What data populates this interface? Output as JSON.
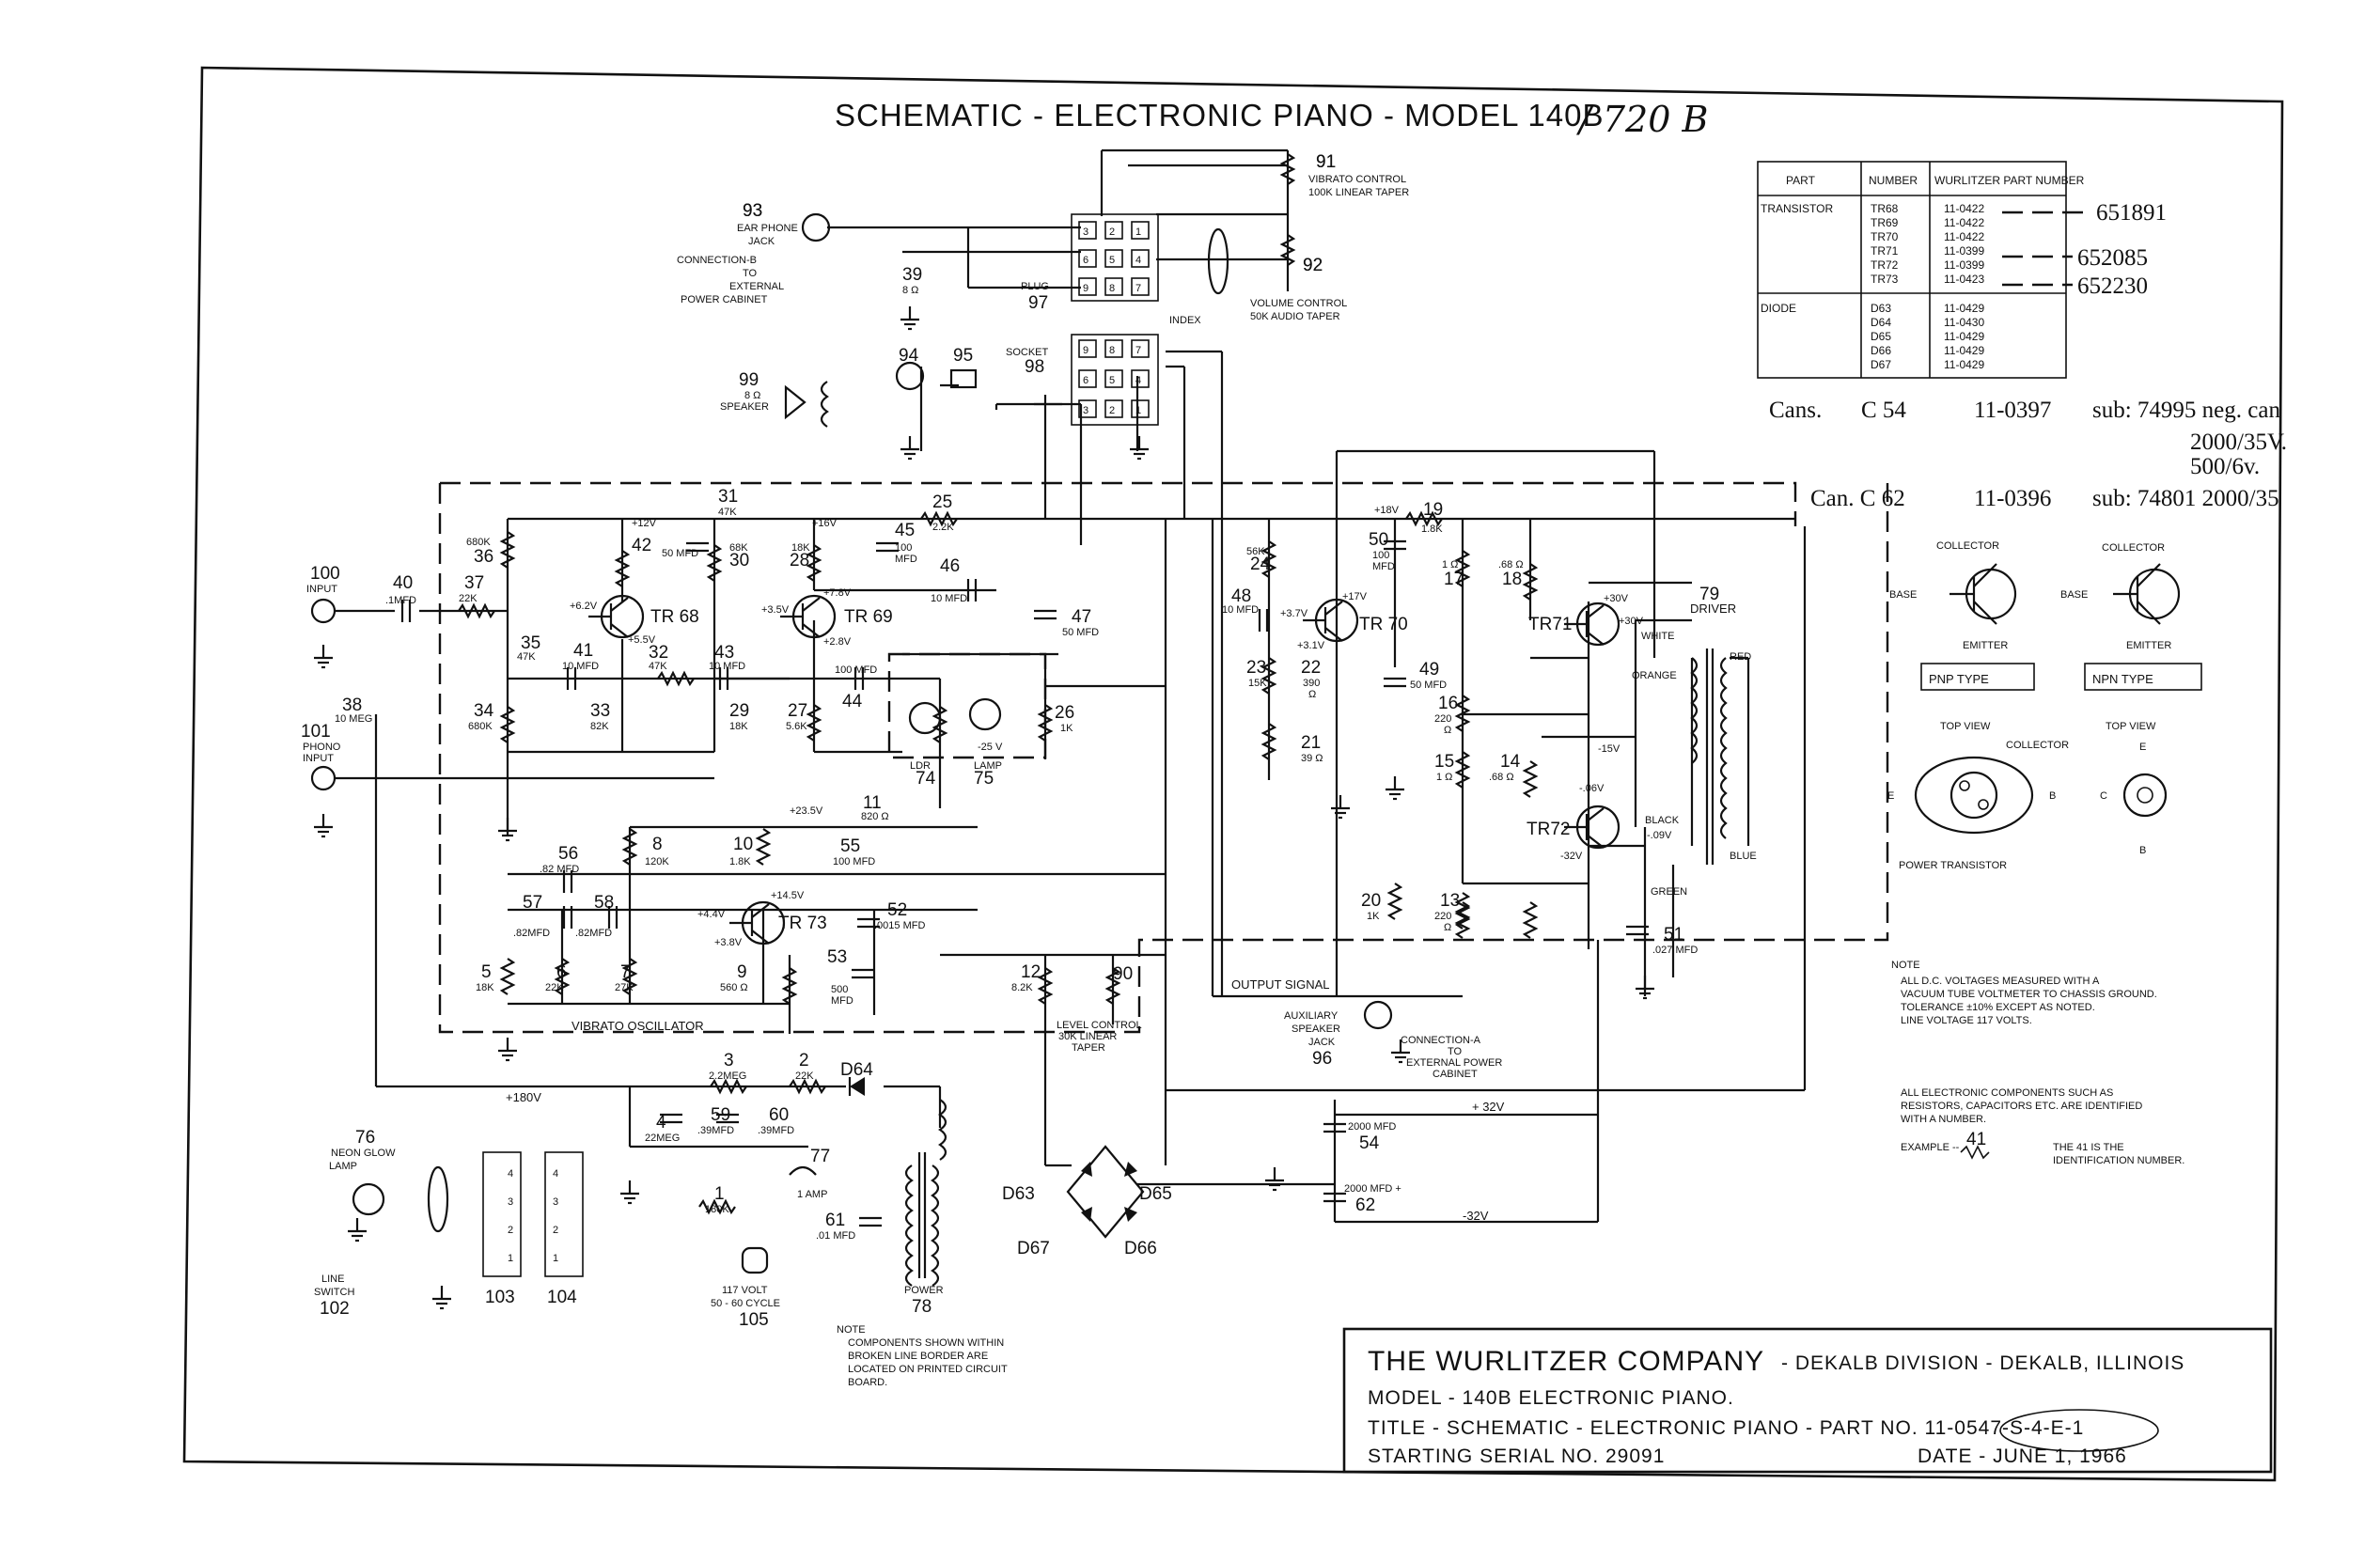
{
  "title": "SCHEMATIC - ELECTRONIC PIANO - MODEL 140B",
  "handwritten_model": "/ 720 B",
  "title_block": {
    "company": "THE WURLITZER COMPANY",
    "division": "- DEKALB DIVISION - DEKALB, ILLINOIS",
    "model": "MODEL - 140B ELECTRONIC PIANO.",
    "doc_title": "TITLE - SCHEMATIC - ELECTRONIC PIANO - PART NO. 11-0547-S-4-E-1",
    "serial": "STARTING SERIAL NO. 29091",
    "date": "DATE - JUNE 1, 1966"
  },
  "parts_table": {
    "headers": [
      "PART",
      "NUMBER",
      "WURLITZER PART NUMBER"
    ],
    "transistor_label": "TRANSISTOR",
    "transistors": [
      {
        "number": "TR68",
        "part": "11-0422"
      },
      {
        "number": "TR69",
        "part": "11-0422"
      },
      {
        "number": "TR70",
        "part": "11-0422"
      },
      {
        "number": "TR71",
        "part": "11-0399"
      },
      {
        "number": "TR72",
        "part": "11-0399"
      },
      {
        "number": "TR73",
        "part": "11-0423"
      }
    ],
    "diode_label": "DIODE",
    "diodes": [
      {
        "number": "D63",
        "part": "11-0429"
      },
      {
        "number": "D64",
        "part": "11-0430"
      },
      {
        "number": "D65",
        "part": "11-0429"
      },
      {
        "number": "D66",
        "part": "11-0429"
      },
      {
        "number": "D67",
        "part": "11-0429"
      }
    ],
    "subs": [
      "651891",
      "652085",
      "652230"
    ]
  },
  "handwritten_notes": {
    "cans": "Cans.",
    "c54": "C 54",
    "c54_part": "11-0397",
    "c54_sub": "sub: 74995 neg. can",
    "c54_line2": "2000/35V.",
    "c54_line3": "500/6v.",
    "c62": "Can. C 62",
    "c62_part": "11-0396",
    "c62_sub": "sub: 74801 2000/35"
  },
  "legend": {
    "collector": "COLLECTOR",
    "base": "BASE",
    "emitter": "EMITTER",
    "pnp": "PNP TYPE",
    "npn": "NPN TYPE",
    "top_view": "TOP VIEW",
    "power_transistor": "POWER TRANSISTOR",
    "e": "E",
    "b": "B",
    "c": "C"
  },
  "notes": {
    "note_label": "NOTE",
    "dc_note": [
      "ALL D.C. VOLTAGES MEASURED WITH A",
      "VACUUM TUBE VOLTMETER TO CHASSIS GROUND.",
      "TOLERANCE ±10% EXCEPT AS NOTED.",
      "LINE VOLTAGE 117 VOLTS."
    ],
    "id_note": [
      "ALL ELECTRONIC COMPONENTS SUCH AS",
      "RESISTORS, CAPACITORS ETC. ARE IDENTIFIED",
      "WITH A NUMBER."
    ],
    "example": "EXAMPLE --",
    "example_num": "41",
    "example_text": [
      "THE 41 IS THE",
      "IDENTIFICATION NUMBER."
    ],
    "pcb_note": [
      "NOTE",
      "COMPONENTS SHOWN WITHIN",
      "BROKEN LINE BORDER ARE",
      "LOCATED ON PRINTED CIRCUIT",
      "BOARD."
    ]
  },
  "labels": {
    "vibrato_control": [
      "91",
      "VIBRATO CONTROL",
      "100K LINEAR TAPER"
    ],
    "volume_control": [
      "92",
      "VOLUME CONTROL",
      "50K AUDIO TAPER"
    ],
    "earphone": [
      "93",
      "EAR PHONE",
      "JACK",
      "CONNECTION-B",
      "TO",
      "EXTERNAL",
      "POWER CABINET"
    ],
    "plug": [
      "PLUG",
      "97"
    ],
    "socket": [
      "SOCKET",
      "98"
    ],
    "index": "INDEX",
    "speaker": [
      "99",
      "8 Ω",
      "SPEAKER"
    ],
    "input": [
      "100",
      "INPUT"
    ],
    "phono": [
      "101",
      "PHONO",
      "INPUT"
    ],
    "vibrato_osc": "VIBRATO OSCILLATOR",
    "output_signal": "OUTPUT SIGNAL",
    "aux_speaker": [
      "AUXILIARY",
      "SPEAKER",
      "JACK",
      "96"
    ],
    "connection_a": [
      "CONNECTION-A",
      "TO",
      "EXTERNAL POWER",
      "CABINET"
    ],
    "level_control": [
      "LEVEL CONTROL",
      "30K LINEAR",
      "TAPER"
    ],
    "neon": [
      "76",
      "NEON GLOW",
      "LAMP"
    ],
    "line_switch": [
      "LINE",
      "SWITCH",
      "102"
    ],
    "fuse": [
      "77",
      "1 AMP"
    ],
    "power_cord": [
      "117 VOLT",
      "50 - 60 CYCLE",
      "105"
    ],
    "power_xfmr": [
      "POWER",
      "78"
    ],
    "driver": [
      "79",
      "DRIVER"
    ],
    "ldr": [
      "LDR",
      "74"
    ],
    "lamp": [
      "LAMP",
      "75"
    ],
    "plus180": "+180V",
    "plus32": "+ 32V",
    "minus32": "-32V"
  },
  "transistors": [
    "TR 68",
    "TR 69",
    "TR 70",
    "TR71",
    "TR72",
    "TR 73"
  ],
  "diodes": [
    "D63",
    "D64",
    "D65",
    "D66",
    "D67"
  ]
}
